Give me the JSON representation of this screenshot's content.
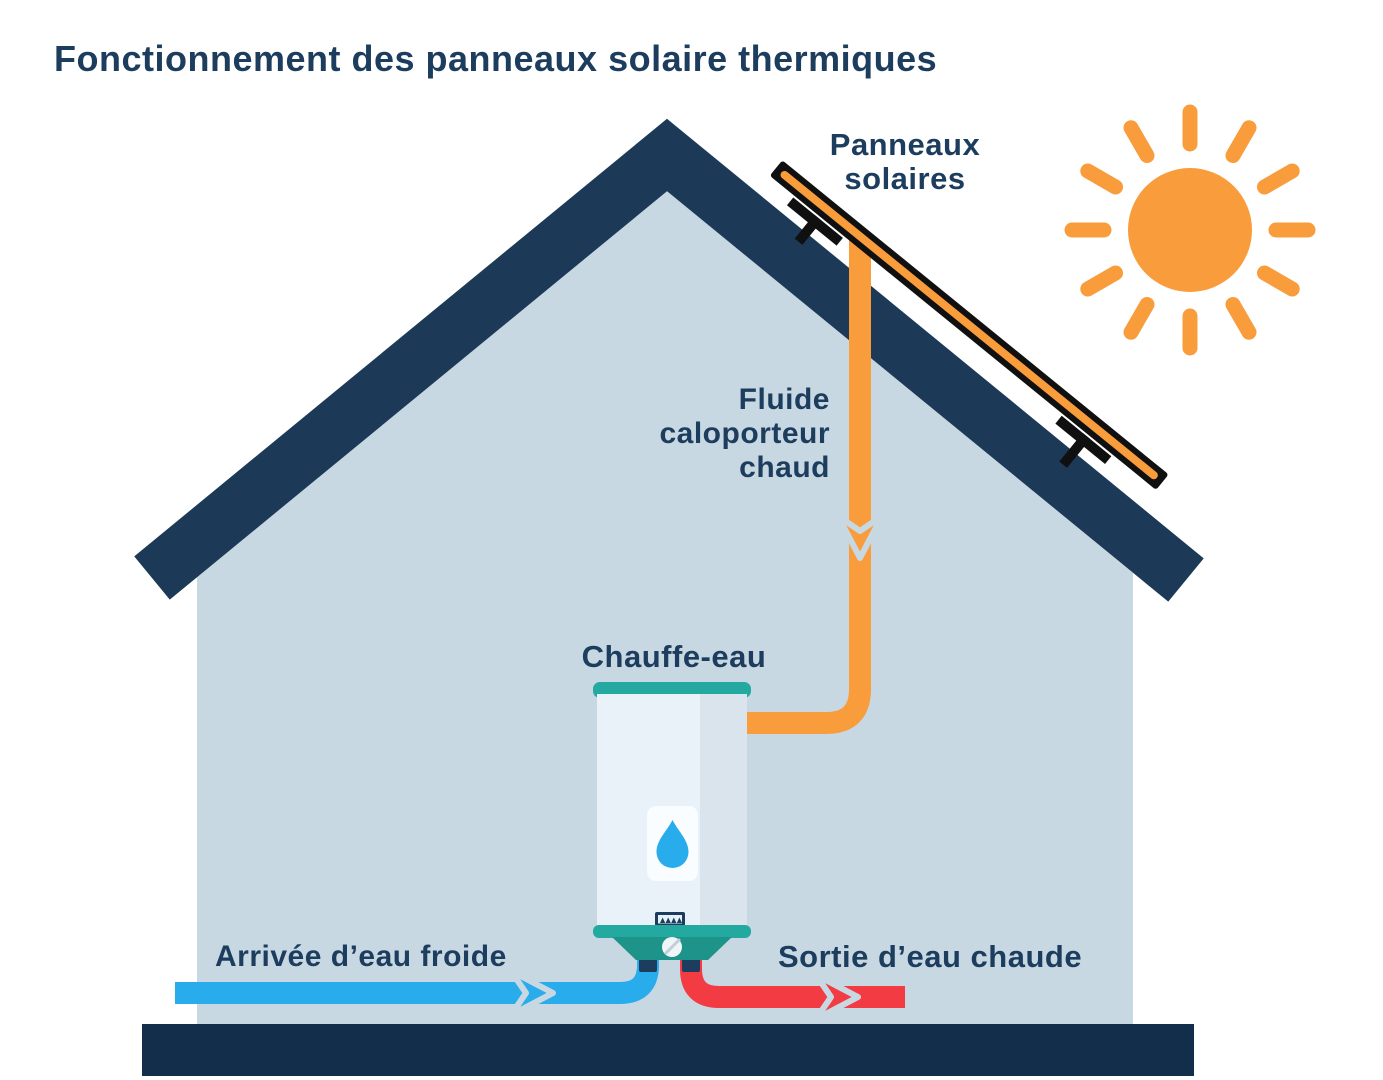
{
  "title": "Fonctionnement des panneaux solaire thermiques",
  "labels": {
    "solar_panels": {
      "line1": "Panneaux",
      "line2": "solaires"
    },
    "heat_fluid": {
      "line1": "Fluide",
      "line2": "caloporteur",
      "line3": "chaud"
    },
    "water_heater": "Chauffe-eau",
    "cold_water_in": "Arrivée d’eau froide",
    "hot_water_out": "Sortie d’eau chaude"
  },
  "colors": {
    "background": "#FFFFFF",
    "house_wall": "#C8D8E2",
    "roof": "#1C3A57",
    "ground": "#122E4A",
    "text": "#1C3D5E",
    "orange": "#F89C3C",
    "panel_black": "#101010",
    "cold_blue": "#29ACEC",
    "hot_red": "#F23B42",
    "teal": "#23A9A0",
    "teal_dark": "#1E938A",
    "heater_body": "#E9F2F8",
    "heater_shade": "#D9E4EC",
    "drop_blue": "#29ACEC"
  }
}
